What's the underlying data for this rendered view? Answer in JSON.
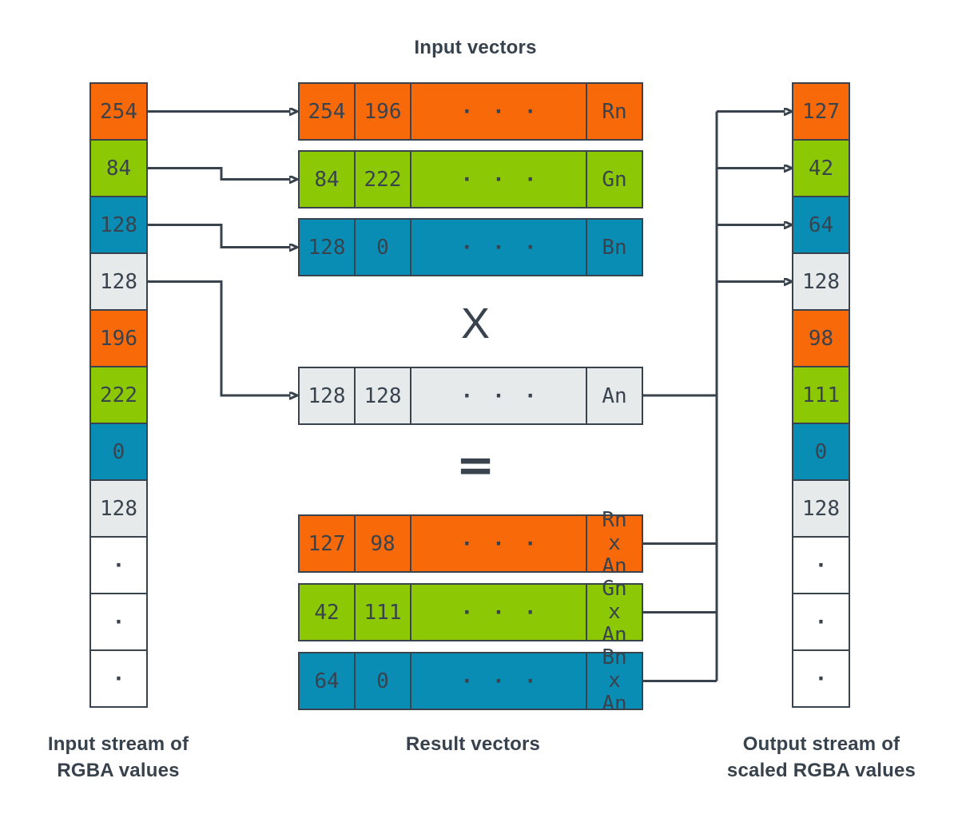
{
  "colors": {
    "orange": "#F8690A",
    "green": "#8CC904",
    "blue": "#0A8DB5",
    "gray": "#E6EAEA",
    "white": "#FFFFFF",
    "dark": "#39434E"
  },
  "titles": {
    "input_vectors": "Input vectors",
    "result_vectors": "Result vectors",
    "input_stream_line1": "Input stream of",
    "input_stream_line2": "RGBA values",
    "output_stream_line1": "Output stream of",
    "output_stream_line2": "scaled RGBA values"
  },
  "operators": {
    "multiply": "X",
    "equals": "="
  },
  "ellipsis": "···",
  "dot": "·",
  "input_stream": {
    "cells": [
      {
        "value": "254",
        "color": "orange"
      },
      {
        "value": "84",
        "color": "green"
      },
      {
        "value": "128",
        "color": "blue"
      },
      {
        "value": "128",
        "color": "gray"
      },
      {
        "value": "196",
        "color": "orange"
      },
      {
        "value": "222",
        "color": "green"
      },
      {
        "value": "0",
        "color": "blue"
      },
      {
        "value": "128",
        "color": "gray"
      },
      {
        "value": "·",
        "color": "white"
      },
      {
        "value": "·",
        "color": "white"
      },
      {
        "value": "·",
        "color": "white"
      }
    ]
  },
  "input_vectors": [
    {
      "color": "orange",
      "v1": "254",
      "v2": "196",
      "mid": "···",
      "label": "Rn"
    },
    {
      "color": "green",
      "v1": "84",
      "v2": "222",
      "mid": "···",
      "label": "Gn"
    },
    {
      "color": "blue",
      "v1": "128",
      "v2": "0",
      "mid": "···",
      "label": "Bn"
    }
  ],
  "alpha_vector": {
    "color": "gray",
    "v1": "128",
    "v2": "128",
    "mid": "···",
    "label": "An"
  },
  "result_vectors": [
    {
      "color": "orange",
      "v1": "127",
      "v2": "98",
      "mid": "···",
      "label_l1": "Rn",
      "label_l2": "x",
      "label_l3": "An"
    },
    {
      "color": "green",
      "v1": "42",
      "v2": "111",
      "mid": "···",
      "label_l1": "Gn",
      "label_l2": "x",
      "label_l3": "An"
    },
    {
      "color": "blue",
      "v1": "64",
      "v2": "0",
      "mid": "···",
      "label_l1": "Bn",
      "label_l2": "x",
      "label_l3": "An"
    }
  ],
  "output_stream": {
    "cells": [
      {
        "value": "127",
        "color": "orange"
      },
      {
        "value": "42",
        "color": "green"
      },
      {
        "value": "64",
        "color": "blue"
      },
      {
        "value": "128",
        "color": "gray"
      },
      {
        "value": "98",
        "color": "orange"
      },
      {
        "value": "111",
        "color": "green"
      },
      {
        "value": "0",
        "color": "blue"
      },
      {
        "value": "128",
        "color": "gray"
      },
      {
        "value": "·",
        "color": "white"
      },
      {
        "value": "·",
        "color": "white"
      },
      {
        "value": "·",
        "color": "white"
      }
    ]
  }
}
